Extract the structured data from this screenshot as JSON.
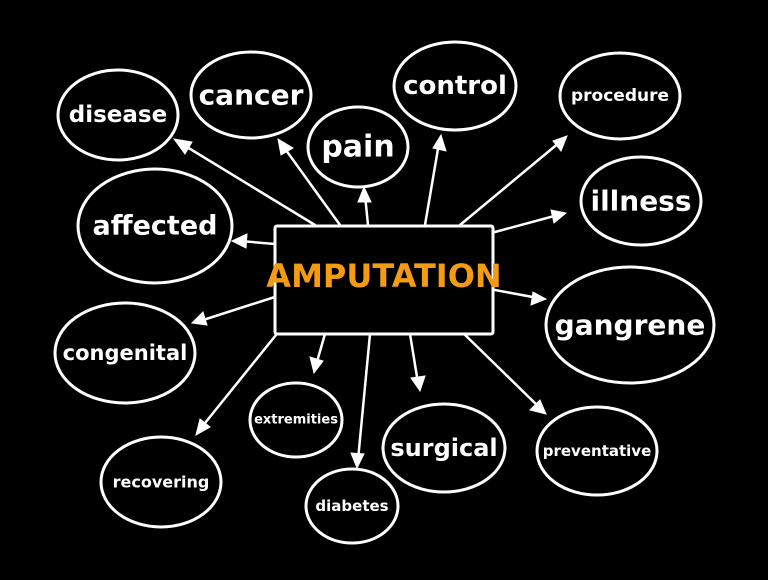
{
  "center": {
    "label": "AMPUTATION",
    "color": "#F39C12"
  },
  "nodes": {
    "disease": "disease",
    "cancer": "cancer",
    "pain": "pain",
    "control": "control",
    "procedure": "procedure",
    "illness": "illness",
    "affected": "affected",
    "gangrene": "gangrene",
    "congenital": "congenital",
    "extremities": "extremities",
    "surgical": "surgical",
    "preventative": "preventative",
    "recovering": "recovering",
    "diabetes": "diabetes"
  }
}
